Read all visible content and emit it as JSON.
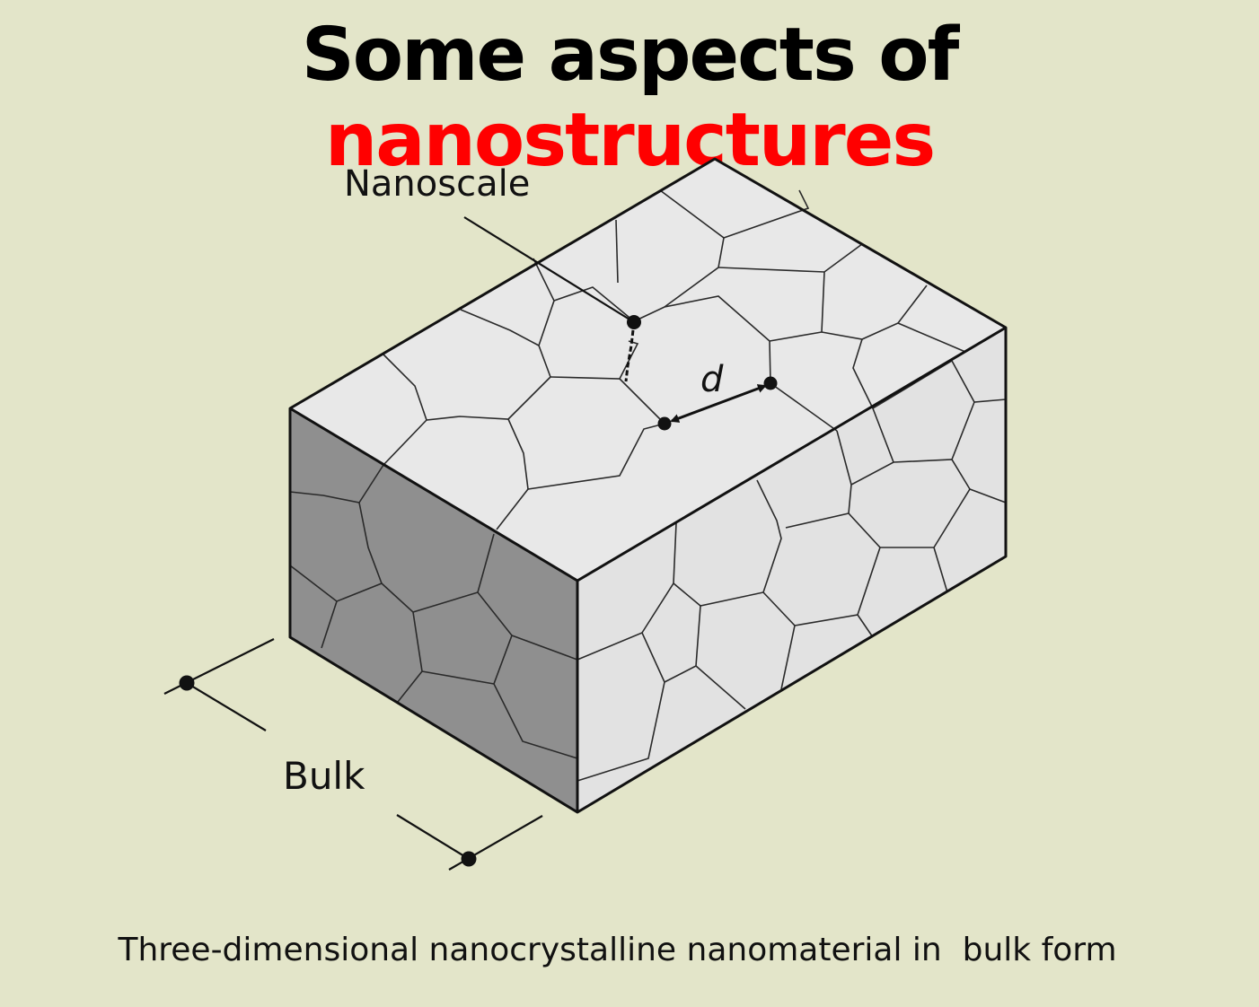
{
  "title": {
    "prefix": "Some aspects of ",
    "highlight": "nanostructures",
    "highlight_color": "#ff0000"
  },
  "labels": {
    "nanoscale": "Nanoscale",
    "grain_size": "d",
    "bulk": "Bulk"
  },
  "caption": "Three-dimensional nanocrystalline nanomaterial in  bulk form",
  "colors": {
    "background": "#e3e5c9",
    "top_face": "#e8e8e8",
    "right_face": "#e2e2e2",
    "left_face": "#8f8f8f",
    "grain_boundary": "#222222"
  }
}
